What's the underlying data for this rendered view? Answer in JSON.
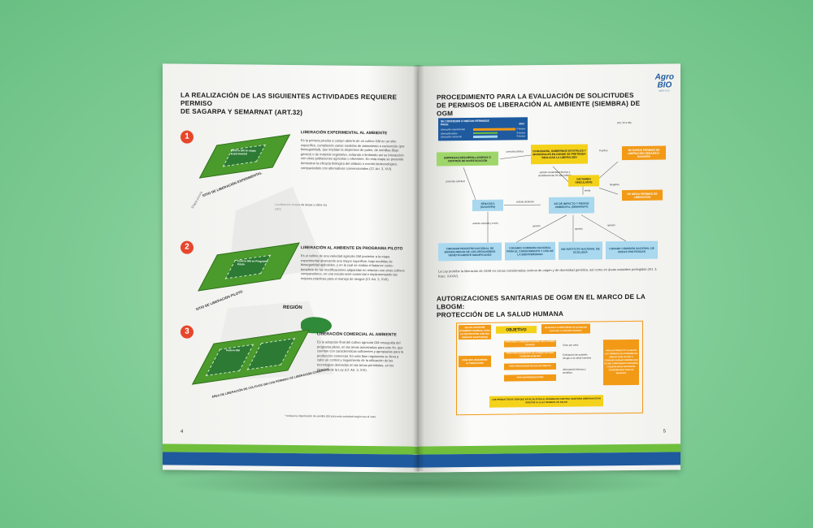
{
  "left_page": {
    "title_line1": "LA REALIZACIÓN DE LAS SIGUIENTES ACTIVIDADES REQUIERE PERMISO",
    "title_line2": "DE SAGARPA Y SEMARNAT (ART.32)",
    "page_number": "4",
    "stage_caption": "Etapa previa",
    "gps_note": "Localización exacta de áreas y sitios vía GPS",
    "region_label": "REGIÓN",
    "footnote": "* Incluye la importación de semilla GM para esta actividad según sea el caso",
    "sections": [
      {
        "number": "1",
        "heading": "LIBERACIÓN EXPERIMENTAL AL AMBIENTE",
        "text": "Es la primera prueba a campo abierto de un cultivo GM en un sitio específico, cumpliendo varias medidas de aislamiento o contención (por bioseguridad), que impidan la dispersión de polen, de semillas (flujo génico) o de material vegetativo, evitando o limitando así su interacción con otras poblaciones agrícolas o silvestres. En esta etapa se pretende demostrar la eficacia biológica del atributo o evento biotecnológico, comparándolo con alternativas convencionales (Cf. Art. 3, XVI).",
        "tile_caption": "SITIO DE LIBERACIÓN EXPERIMENTAL",
        "tile_label": "Cultivo GM en etapa Experimental"
      },
      {
        "number": "2",
        "heading": "LIBERACIÓN AL AMBIENTE EN PROGRAMA PILOTO",
        "text": "Es el cultivo de una variedad agrícola GM posterior a la etapa experimental abarcando una mayor superficie, bajo medidas de bioseguridad aplicables, y en la cual se evalúa el balance costo-beneficio de las modificaciones adquiridas en relación con otros cultivos comparadores, en una escala semi-comercial e implementando las mejores prácticas para el manejo de riesgos (Cf. Art. 3, XVII).",
        "tile_caption": "SITIO DE LIBERACIÓN PILOTO",
        "tile_label": "Cultivo GM en Programa Piloto"
      },
      {
        "number": "3",
        "heading": "LIBERACIÓN COMERCIAL AL AMBIENTE",
        "text": "Es la adopción final del cultivo agrícola GM enseguida del programa piloto, en las áreas autorizadas para este fin, que cuentan con características suficientes y apropiadas para la producción comercial. En esta fase regulatoria se lleva a cabo un control y seguimiento de la utilización de las tecnologías derivadas en las áreas permitidas, en los términos de la Ley (Cf. Art. 3, XVI).",
        "tile_caption": "ÁREA DE LIBERACIÓN DE CULTIVOS GM CON PERMISO DE LIBERACIÓN COMERCIAL",
        "tile_label": "Cultivo GM"
      }
    ]
  },
  "right_page": {
    "page_number": "5",
    "logo_line1": "Agro",
    "logo_line2": "BIO",
    "logo_line3": "MÉXICO",
    "title1_line1": "PROCEDIMIENTO PARA LA EVALUACIÓN DE SOLICITUDES",
    "title1_line2": "DE PERMISOS DE LIBERACIÓN AL AMBIENTE (SIEMBRA) DE OGM",
    "article_ref": "(Art. 33 a 66)",
    "legend_title": "SE CONCEDEN O NIEGAN PERMISOS PARA:",
    "legend_max": "MAX",
    "legend_rows": [
      {
        "label": "Liberación experimental",
        "value": "6 meses"
      },
      {
        "label": "Liberación piloto",
        "value": "3 meses"
      },
      {
        "label": "Liberación comercial",
        "value": "3 meses"
      }
    ],
    "flow": {
      "empresas": "EMPRESAS DESARROLLADORAS O CENTROS DE INVESTIGACIÓN",
      "ciudadania": "CIUDADANÍA, GOBIERNOS ESTATALES Y MUNICIPALES EN DONDE SE PRETENDA REALIZAR LA LIBERACIÓN",
      "consulta": "consulta pública",
      "opinion": "opinión sustentada técnica y científicamente 20 días hábiles",
      "presenta": "presenta solicitud",
      "dictamen": "DICTAMEN VINCULANTE",
      "positivo": "Positivo",
      "negativo": "Negativo",
      "emite": "emite",
      "expide": "SE EXPIDE PERMISO DE LIBERACIÓN SENASICA-SAGARPA",
      "niega": "SE NIEGA PERMISO DE LIBERACIÓN",
      "senasica": "SENASICA (SAGARPA)",
      "solicita": "solicita dictamen",
      "dg": "DG DE IMPACTO Y RIESGO AMBIENTAL (SEMARNAT)",
      "admite": "admite solicitud y envía",
      "opinion1": "opinión",
      "opinion2": "opinión",
      "opinion3": "opinión",
      "cibiogem": "CIBIOGEM REGISTRO NACIONAL DE BIOSEGURIDAD DE LOS ORGANISMOS GENÉTICAMENTE MODIFICADOS",
      "conabio": "CONABIO COMISIÓN NACIONAL PARA EL CONOCIMIENTO Y USO DE LA BIODIVERSIDAD",
      "ine": "INE INSTITUTO NACIONAL DE ECOLOGÍA",
      "conanp": "CONANP COMISIÓN NACIONAL DE ÁREAS PROTEGIDAS"
    },
    "law_note": "La Ley prohíbe la liberación de OGM en zonas consideradas centros de origen y de diversidad genética, así como en áreas naturales protegidas (Art. 3, fracc. XXXIV).",
    "title2_line1": "AUTORIZACIONES SANITARIAS DE OGM EN EL MARCO DE LA LBOGM:",
    "title2_line2": "PROTECCIÓN DE LA SALUD HUMANA",
    "salud": {
      "cofepris": "SALUD-COFEPRIS (COMISIÓN FEDERAL PARA LA PROTECCIÓN CONTRA RIESGOS SANITARIOS)",
      "objetivo": "OBJETIVO",
      "garantizar": "Garantizar la INOCUIDAD de productos para uso o consumo humano",
      "ogm_autorizacion": "OGM QUE REQUIEREN AUTORIZACIÓN",
      "items": [
        "PARA USO O CONSUMO HUMANO, INCLUYENDO GRANOS",
        "PARA PROCESAMIENTO DE ALIMENTOS PARA CONSUMO HUMANO",
        "PARA FINALIDADES DE SALUD PÚBLICA",
        "PARA BIORREMEDIACIÓN"
      ],
      "bullets": [
        "Caso por caso",
        "Evaluación de posibles riesgos a la salud humana",
        "Información técnica y científica"
      ],
      "side_note": "PARA UN PRODUCTO YA SEA EN LOS TÉRMINOS DE CONSIDERADA SIMILAR PARA SU USO O CONSUMO HUMANO SIEMPRE QUE SE HAN COMPROBADO INOCUIDAD Y EQUIVALENCIA SUSTANCIAL CONSIDERANDO PARA SU REGISTRO",
      "bottom": "LOS PRODUCTOS DE OGM QUE NO SE SUJETEN AL RÉGIMEN DE CONTROL SANITARIO DEBERÁN ESTAR SUJETOS A LA LEY GENERAL DE SALUD"
    }
  },
  "colors": {
    "accent_green": "#6fbf3d",
    "accent_blue": "#1f5a9e",
    "badge_red": "#e6462b",
    "flow_yellow": "#f4d21a",
    "flow_blue": "#a9d8ef",
    "flow_orange": "#f29a16"
  }
}
